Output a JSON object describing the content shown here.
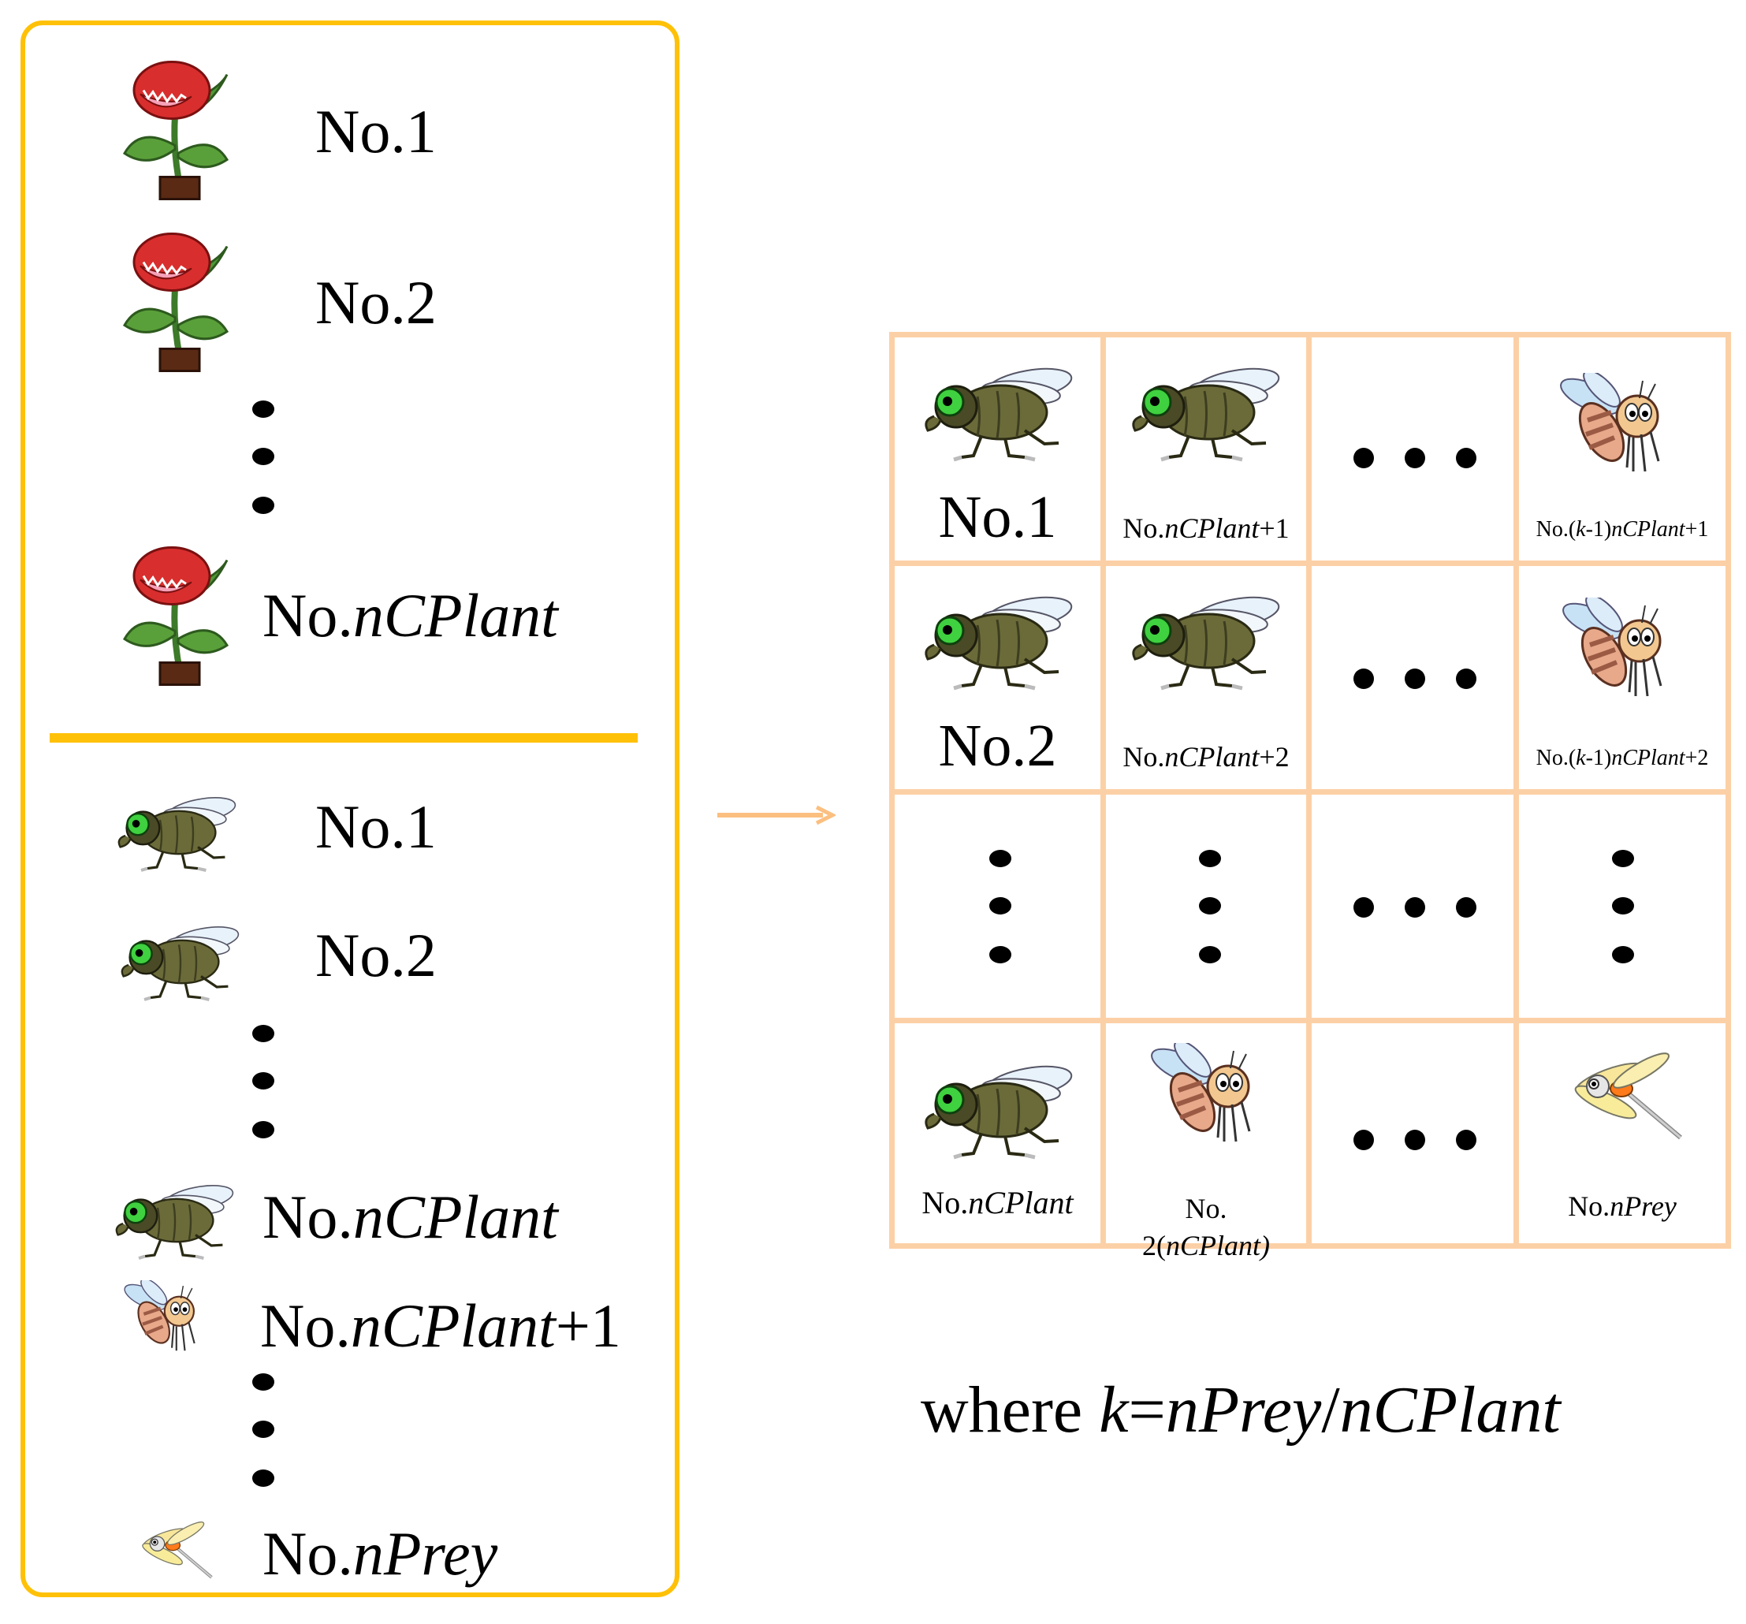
{
  "left_panel": {
    "plants": [
      {
        "prefix": "No.",
        "italic": "",
        "suffix": "1"
      },
      {
        "prefix": "No.",
        "italic": "",
        "suffix": "2"
      },
      {
        "prefix": "No.",
        "italic": "nCPlant",
        "suffix": ""
      }
    ],
    "prey": [
      {
        "prefix": "No.",
        "italic": "",
        "suffix": "1"
      },
      {
        "prefix": "No.",
        "italic": "",
        "suffix": "2"
      },
      {
        "prefix": "No.",
        "italic": "nCPlant",
        "suffix": ""
      },
      {
        "prefix": "No.",
        "italic": "nCPlant",
        "suffix": "+1"
      },
      {
        "prefix": "No.",
        "italic": "nPrey",
        "suffix": ""
      }
    ]
  },
  "grid": {
    "r1c1": {
      "prefix": "No.",
      "italic": "",
      "suffix": "1"
    },
    "r1c2": {
      "prefix": "No.",
      "italic": "nCPlant",
      "suffix": "+1"
    },
    "r1c4": {
      "prefix": "No.(",
      "italic": "k",
      "mid": "-1)",
      "italic2": "nCPlant",
      "suffix": "+1"
    },
    "r2c1": {
      "prefix": "No.",
      "italic": "",
      "suffix": "2"
    },
    "r2c2": {
      "prefix": "No.",
      "italic": "nCPlant",
      "suffix": "+2"
    },
    "r2c4": {
      "prefix": "No.(",
      "italic": "k",
      "mid": "-1)",
      "italic2": "nCPlant",
      "suffix": "+2"
    },
    "r4c1": {
      "prefix": "No.",
      "italic": "nCPlant",
      "suffix": ""
    },
    "r4c2_line1": "No.",
    "r4c2_line2_prefix": "2(",
    "r4c2_line2_italic": "nCPlant)",
    "r4c4": {
      "prefix": "No.",
      "italic": "nPrey",
      "suffix": ""
    }
  },
  "footnote": {
    "prefix": "where ",
    "italic": "k",
    "eq": "=",
    "italic2": "nPrey",
    "slash": "/",
    "italic3": "nCPlant"
  },
  "colors": {
    "panel_border": "#ffc107",
    "grid_border": "#fcd0a6",
    "arrow": "#fbbf80"
  }
}
